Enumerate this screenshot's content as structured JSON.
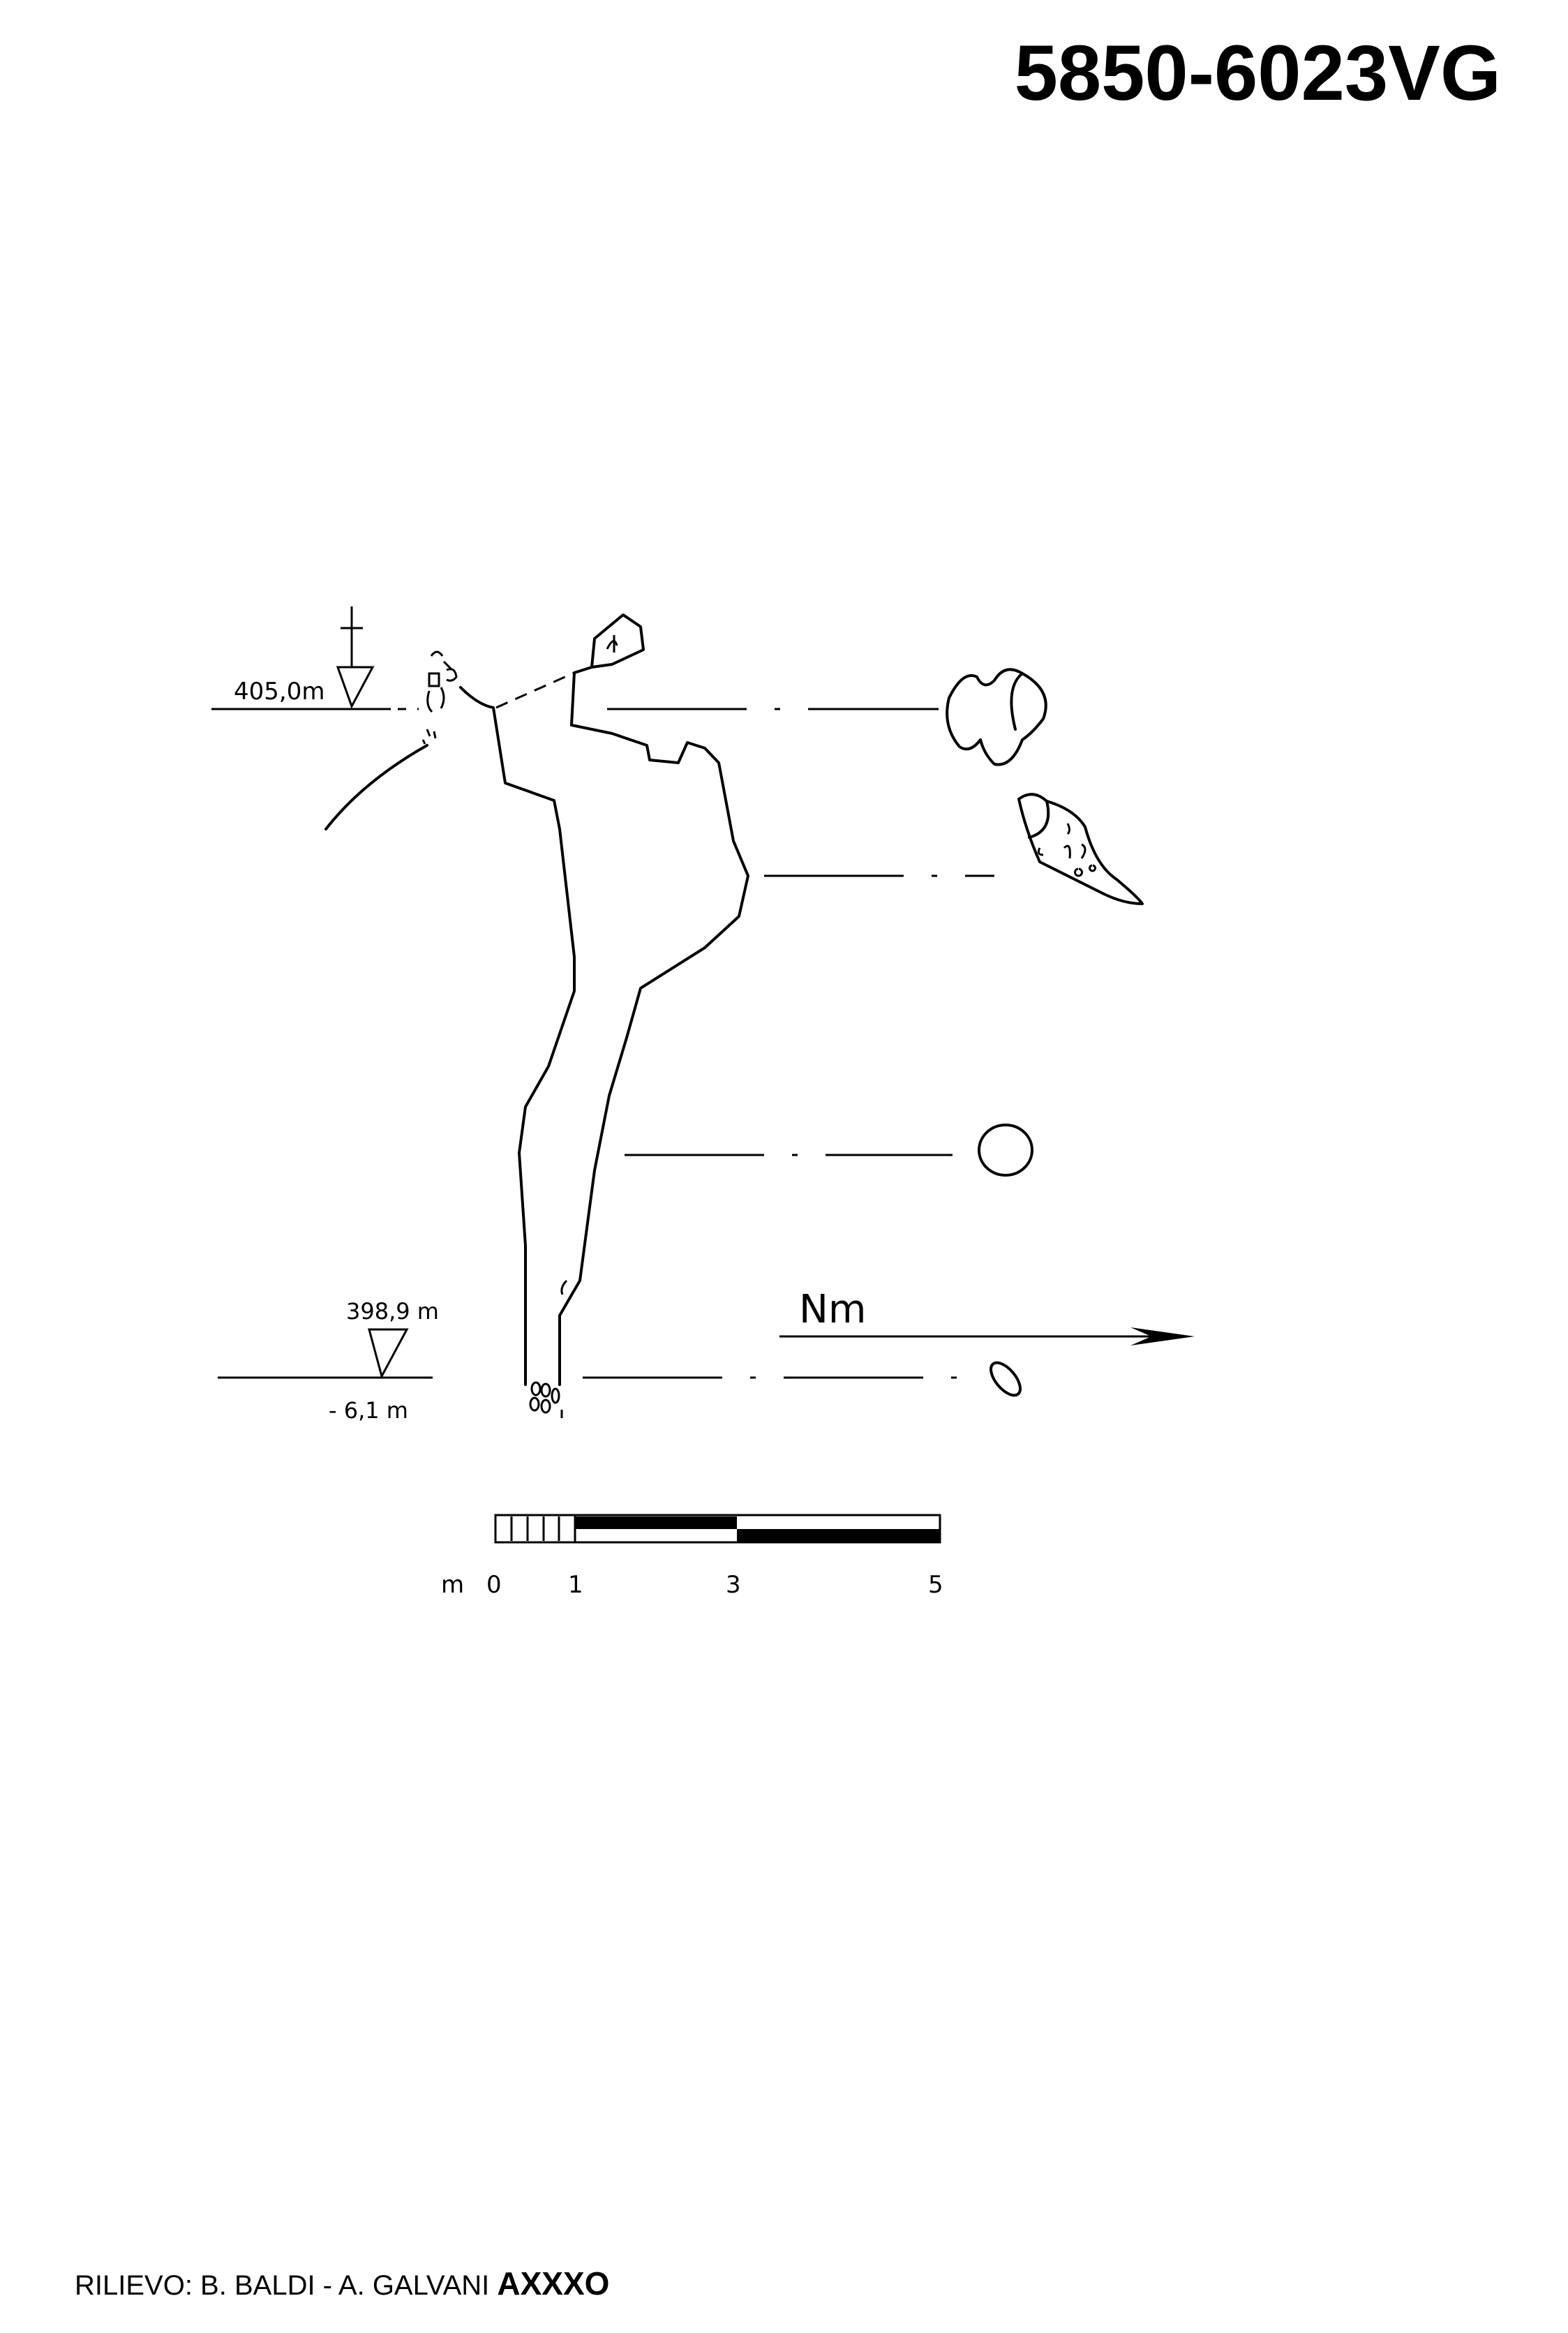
{
  "title": "5850-6023VG",
  "entrance": {
    "elevation": "405,0m"
  },
  "bottom": {
    "elevation": "398,9 m",
    "depth": "- 6,1 m"
  },
  "north_arrow": {
    "label": "Nm"
  },
  "scale_bar": {
    "unit": "m",
    "ticks": [
      "0",
      "1",
      "3",
      "5"
    ]
  },
  "footer": {
    "credits": "RILIEVO: B. BALDI - A. GALVANI ",
    "code": "AXXXO"
  }
}
